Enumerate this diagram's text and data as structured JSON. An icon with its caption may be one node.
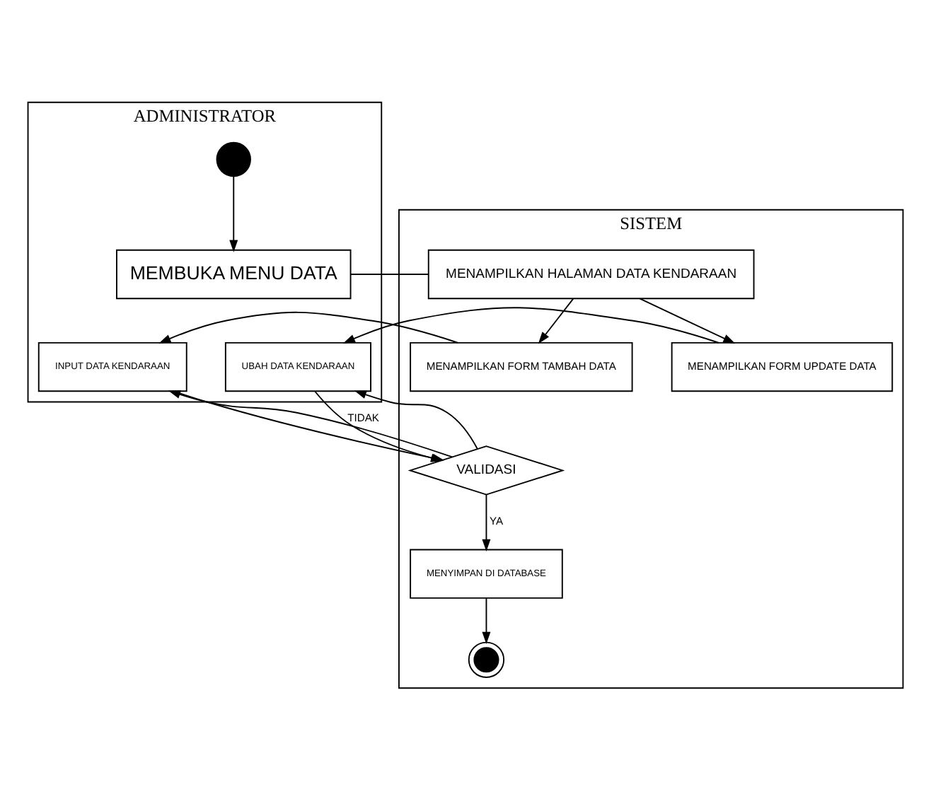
{
  "diagram": {
    "nodes": [
      {
        "text": [
          "ADMINISTRATOR"
        ]
      },
      {
        "text": [
          "SISTEM"
        ]
      },
      {
        "text": [],
        "shape": "circle",
        "in": 0
      },
      {
        "text": [
          "MEMBUKA MENU DATA"
        ],
        "in": 0
      },
      {
        "text": [
          "MENAMPILKAN HALAMAN DATA KENDARAAN"
        ],
        "in": 1
      },
      {
        "text": [
          "MENAMPILKAN FORM TAMBAH DATA"
        ],
        "in": 1
      },
      {
        "text": [
          "INPUT DATA KENDARAAN"
        ],
        "in": 0
      },
      {
        "text": [
          "UBAH DATA KENDARAAN"
        ],
        "in": 0
      },
      {
        "text": [
          "MENAMPILKAN FORM UPDATE DATA"
        ],
        "in": 1
      },
      {
        "text": [
          "VALIDASI"
        ],
        "in": 1
      },
      {
        "text": [
          "MENYIMPAN DI DATABASE"
        ],
        "in": 1
      },
      {
        "text": [],
        "shape": "circle",
        "in": 1
      }
    ],
    "edges": [
      {
        "from": 2,
        "to": 3,
        "arrow": "to"
      },
      {
        "from": 3,
        "to": 4,
        "arrow": "none"
      },
      {
        "from": 4,
        "to": 5,
        "arrow": "to"
      },
      {
        "from": 4,
        "to": 8,
        "arrow": "to"
      },
      {
        "from": 5,
        "to": 6,
        "arrow": "to"
      },
      {
        "from": 8,
        "to": 7,
        "arrow": "to"
      },
      {
        "from": 6,
        "to": 9,
        "arrow": "to"
      },
      {
        "from": 7,
        "to": 9,
        "arrow": "to"
      },
      {
        "from": 9,
        "to": 6,
        "label": "TIDAK",
        "arrow": "to"
      },
      {
        "from": 9,
        "to": 7,
        "arrow": "to"
      },
      {
        "from": 9,
        "to": 10,
        "label": "YA",
        "arrow": "to"
      },
      {
        "from": 10,
        "to": 11,
        "arrow": "to"
      }
    ]
  }
}
